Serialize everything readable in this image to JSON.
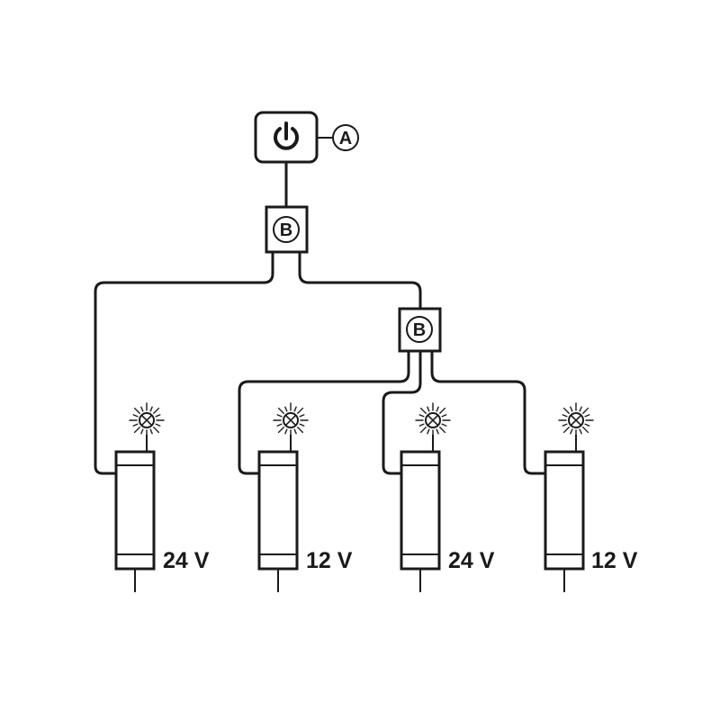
{
  "switch": {
    "icon": "power-icon",
    "callout": "A"
  },
  "splitters": [
    {
      "letter": "B"
    },
    {
      "letter": "B"
    }
  ],
  "drivers": [
    {
      "voltage": "24 V"
    },
    {
      "voltage": "12 V"
    },
    {
      "voltage": "24 V"
    },
    {
      "voltage": "12 V"
    }
  ],
  "lamp_icon": "lamp-icon"
}
